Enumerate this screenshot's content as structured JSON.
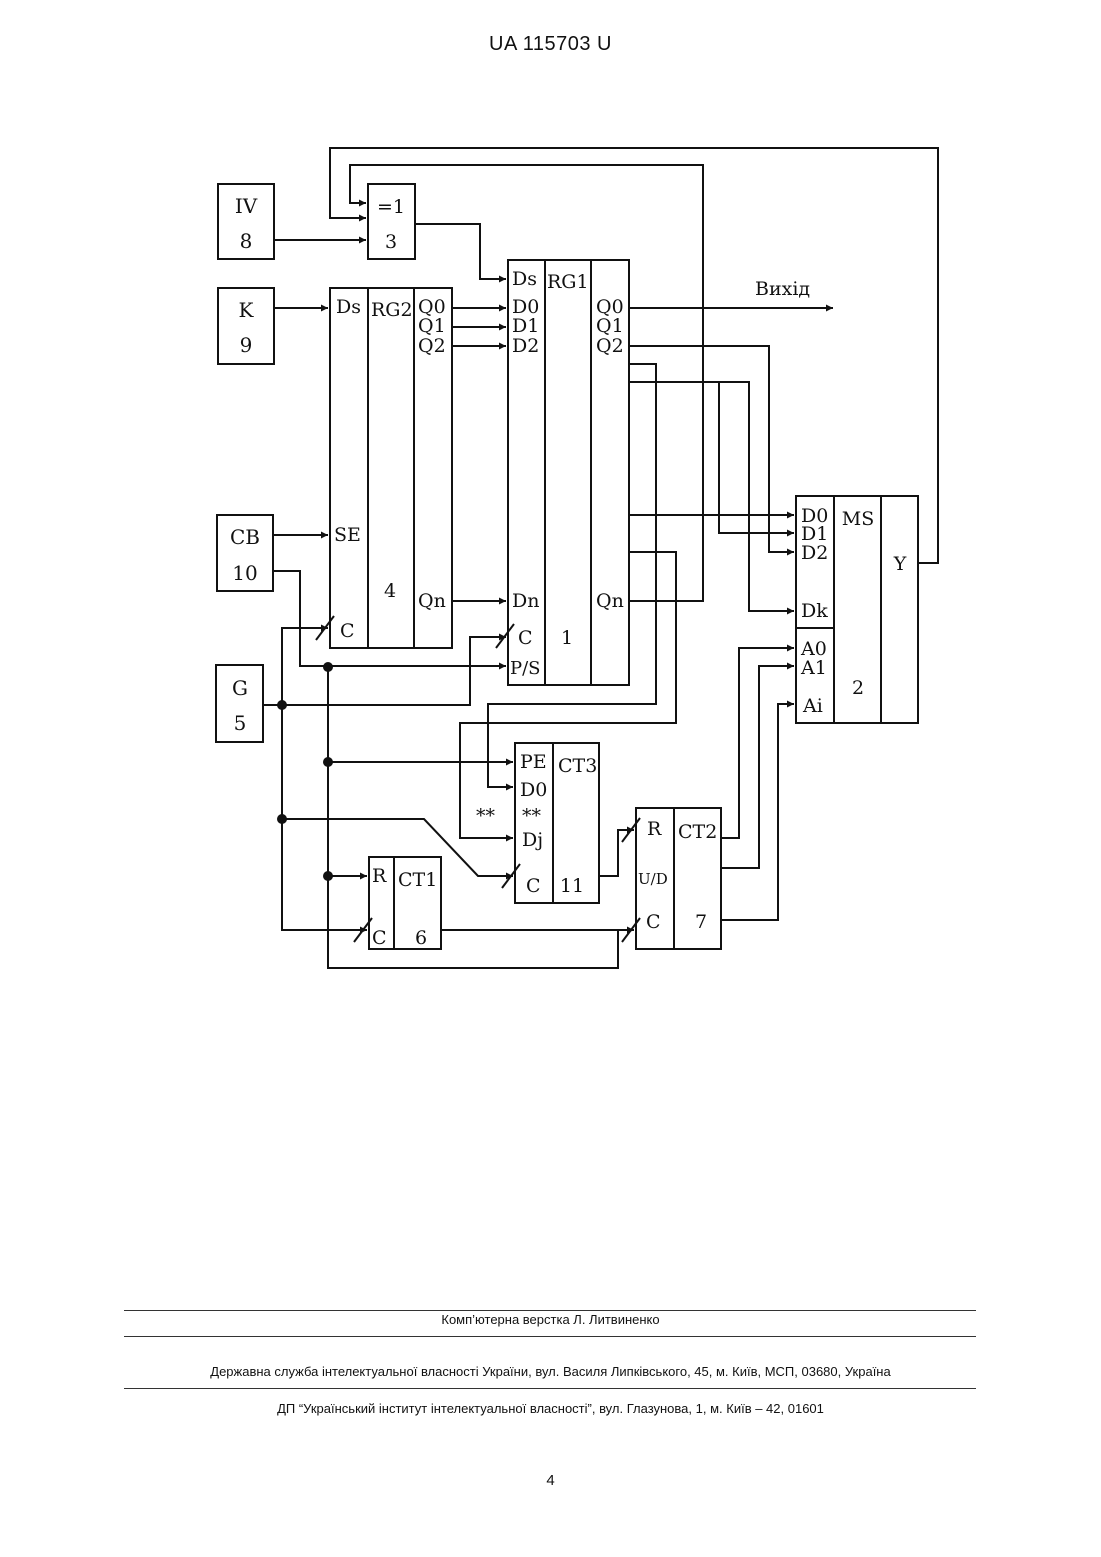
{
  "header": {
    "patent_number": "UA   115703   U"
  },
  "diagram": {
    "output_label": "Вихід",
    "blocks": {
      "iv": {
        "name": "IV",
        "number": "8"
      },
      "k": {
        "name": "K",
        "number": "9"
      },
      "cb": {
        "name": "CB",
        "number": "10"
      },
      "g": {
        "name": "G",
        "number": "5"
      },
      "xor": {
        "name": "=1",
        "number": "3"
      },
      "rg2": {
        "name": "RG2",
        "number": "4",
        "ds": "Ds",
        "q0": "Q0",
        "q1": "Q1",
        "q2": "Q2",
        "se": "SE",
        "qn": "Qn",
        "c": "C"
      },
      "rg1": {
        "name": "RG1",
        "number": "1",
        "ds": "Ds",
        "d0": "D0",
        "d1": "D1",
        "d2": "D2",
        "dn": "Dn",
        "c": "C",
        "ps": "P/S",
        "q0": "Q0",
        "q1": "Q1",
        "q2": "Q2",
        "qn": "Qn"
      },
      "ms": {
        "name": "MS",
        "number": "2",
        "d0": "D0",
        "d1": "D1",
        "d2": "D2",
        "dk": "Dk",
        "a0": "A0",
        "a1": "A1",
        "ai": "Ai",
        "y": "Y"
      },
      "ct3": {
        "name": "CT3",
        "number": "11",
        "pe": "PE",
        "d0": "D0",
        "stars": "**",
        "dj": "Dj",
        "c": "C"
      },
      "ct1": {
        "name": "CT1",
        "number": "6",
        "r": "R",
        "c": "C"
      },
      "ct2": {
        "name": "CT2",
        "number": "7",
        "r": "R",
        "ud": "U/D",
        "c": "C"
      }
    },
    "stars_outside": "**"
  },
  "footer": {
    "layout_credit": "Комп’ютерна верстка Л. Литвиненко",
    "agency": "Державна служба інтелектуальної власності України, вул. Василя Липківського, 45, м. Київ, МСП, 03680, Україна",
    "institute": "ДП “Український інститут інтелектуальної власності”, вул. Глазунова, 1, м. Київ – 42, 01601",
    "page_number": "4"
  }
}
